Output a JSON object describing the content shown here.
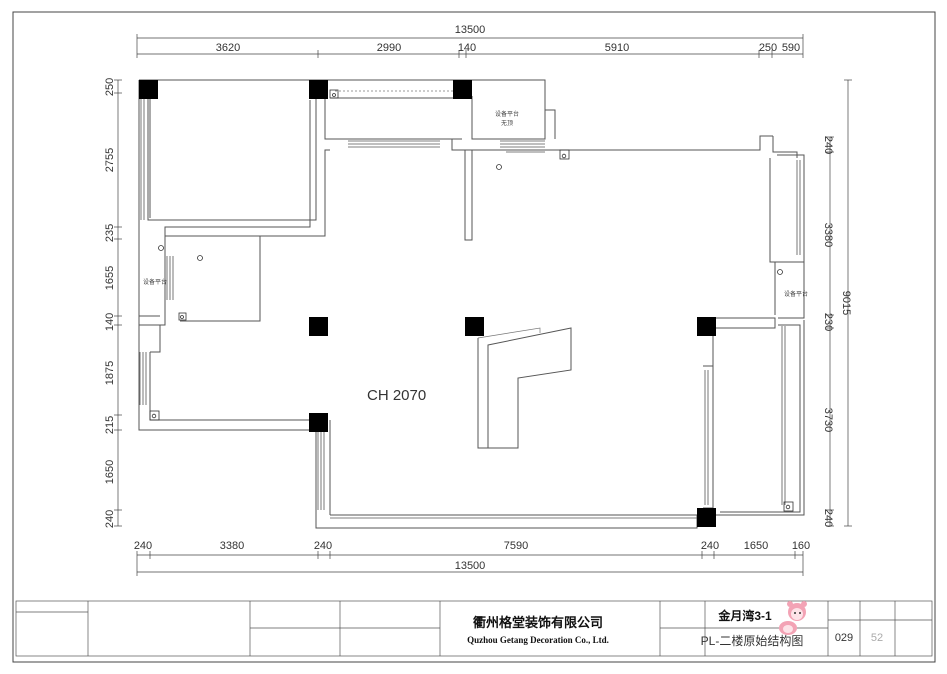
{
  "dimensions": {
    "top_total": "13500",
    "top_segments": [
      "3620",
      "2990",
      "140",
      "5910",
      "250",
      "590"
    ],
    "bottom_segments": [
      "240",
      "3380",
      "240",
      "7590",
      "240",
      "1650",
      "160"
    ],
    "bottom_total": "13500",
    "left_segments": [
      "250",
      "2755",
      "235",
      "1655",
      "140",
      "1875",
      "215",
      "1650",
      "240"
    ],
    "right_segments": [
      "240",
      "3380",
      "230",
      "3730",
      "240"
    ],
    "right_total": "9015"
  },
  "rooms": {
    "platform_top": "设备平台",
    "platform_top_sub": "无顶",
    "platform_left": "设备平台",
    "platform_right": "设备平台"
  },
  "ceiling_height": "CH 2070",
  "title_block": {
    "company_cn": "衢州格堂装饰有限公司",
    "company_en": "Quzhou Getang Decoration Co., Ltd.",
    "project_name": "金月湾3-1",
    "drawing_title": "PL-二楼原始结构图",
    "sheet_number": "029",
    "sheet_total": "52"
  },
  "colors": {
    "line": "#555555",
    "column": "#000000",
    "mascot": "#f3a3b5"
  }
}
